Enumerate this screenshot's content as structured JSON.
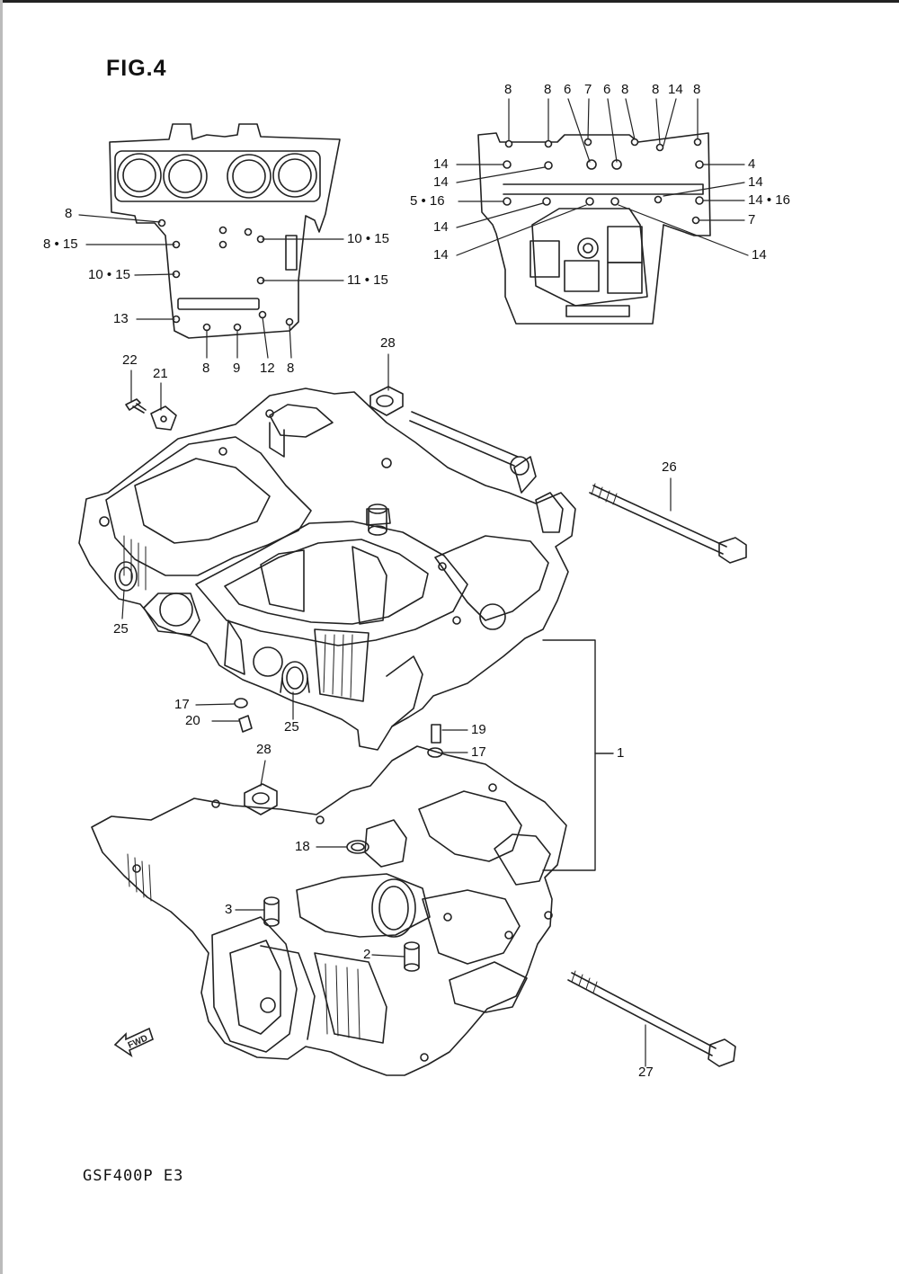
{
  "figure": {
    "title": "FIG.4",
    "model": "GSF400P  E3",
    "fwd": "FWD"
  },
  "left_panel_labels": [
    "8",
    "8 • 15",
    "10 • 15",
    "13",
    "10 • 15",
    "11 • 15",
    "8",
    "9",
    "12",
    "8"
  ],
  "right_panel_labels": [
    "8",
    "8",
    "6",
    "7",
    "6",
    "8",
    "8",
    "14",
    "8",
    "14",
    "14",
    "5 • 16",
    "14",
    "14",
    "4",
    "14",
    "14 • 16",
    "7",
    "14"
  ],
  "part_labels": [
    "22",
    "21",
    "28",
    "26",
    "25",
    "25",
    "17",
    "20",
    "19",
    "17",
    "1",
    "28",
    "18",
    "3",
    "2",
    "27"
  ]
}
